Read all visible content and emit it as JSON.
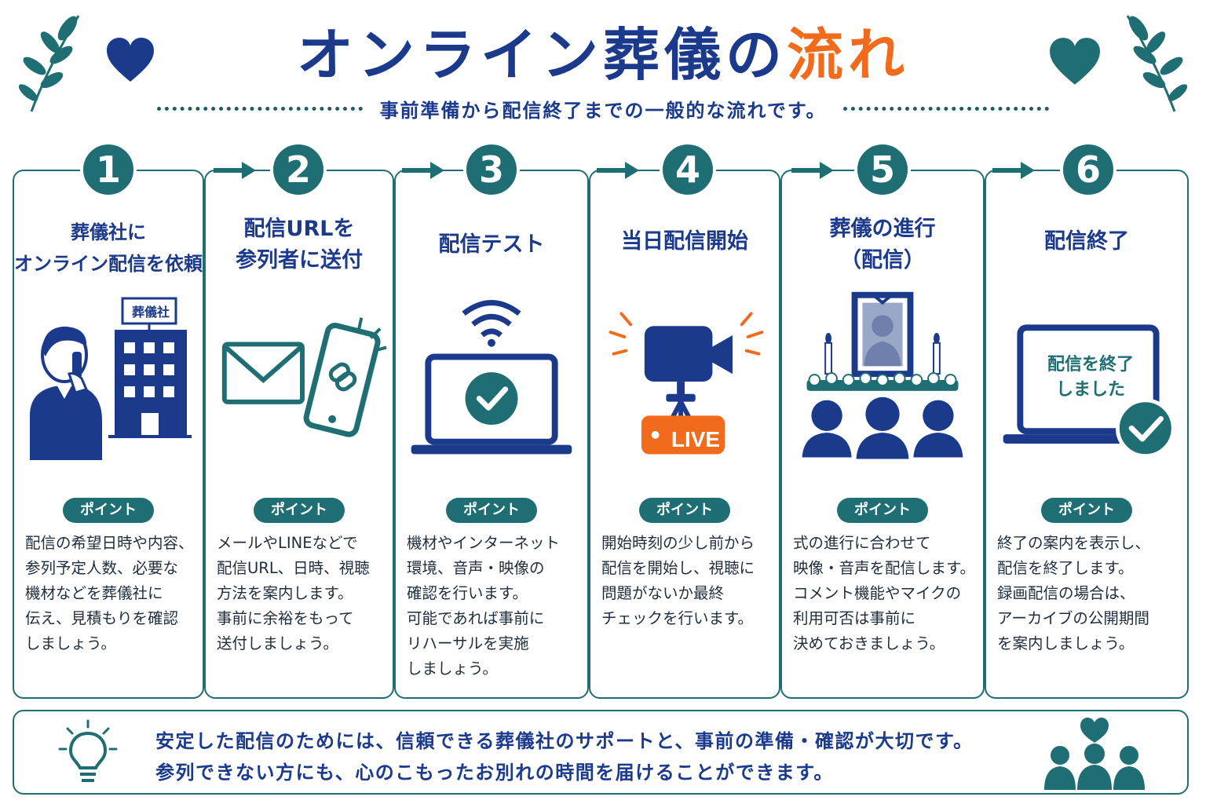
{
  "title": {
    "main": "オンライン葬儀の",
    "accent": "流れ"
  },
  "subtitle": "事前準備から配信終了までの一般的な流れです。",
  "point_label": "ポイント",
  "colors": {
    "navy": "#1b3a8c",
    "teal": "#1f6e73",
    "orange": "#f26a1b"
  },
  "steps": [
    {
      "number": "1",
      "title": "葬儀社に\nオンライン配信を依頼",
      "building_sign": "葬儀社",
      "icon": "person-phone-building",
      "desc": "配信の希望日時や内容、\n参列予定人数、必要な\n機材などを葬儀社に\n伝え、見積もりを確認\nしましょう。"
    },
    {
      "number": "2",
      "title": "配信URLを\n参列者に送付",
      "icon": "mail-phone-link",
      "desc": "メールやLINEなどで\n配信URL、日時、視聴\n方法を案内します。\n事前に余裕をもって\n送付しましょう。"
    },
    {
      "number": "3",
      "title": "配信テスト",
      "icon": "laptop-wifi-check",
      "desc": "機材やインターネット\n環境、音声・映像の\n確認を行います。\n可能であれば事前に\nリハーサルを実施\nしましょう。"
    },
    {
      "number": "4",
      "title": "当日配信開始",
      "live_badge": "LIVE",
      "icon": "video-camera-live",
      "desc": "開始時刻の少し前から\n配信を開始し、視聴に\n問題がないか最終\nチェックを行います。"
    },
    {
      "number": "5",
      "title": "葬儀の進行\n（配信）",
      "icon": "altar-attendees",
      "desc": "式の進行に合わせて\n映像・音声を配信します。\nコメント機能やマイクの\n利用可否は事前に\n決めておきましょう。"
    },
    {
      "number": "6",
      "title": "配信終了",
      "screen_text_1": "配信を終了",
      "screen_text_2": "しました",
      "icon": "laptop-check",
      "desc": "終了の案内を表示し、\n配信を終了します。\n録画配信の場合は、\nアーカイブの公開期間\nを案内しましょう。"
    }
  ],
  "bottom": {
    "line1": "安定した配信のためには、信頼できる葬儀社のサポートと、事前の準備・確認が大切です。",
    "line2": "参列できない方にも、心のこもったお別れの時間を届けることができます。",
    "left_icon": "lightbulb-icon",
    "right_icon": "people-heart-icon"
  },
  "decorations": [
    "leaf-branch-icon",
    "heart-icon"
  ]
}
